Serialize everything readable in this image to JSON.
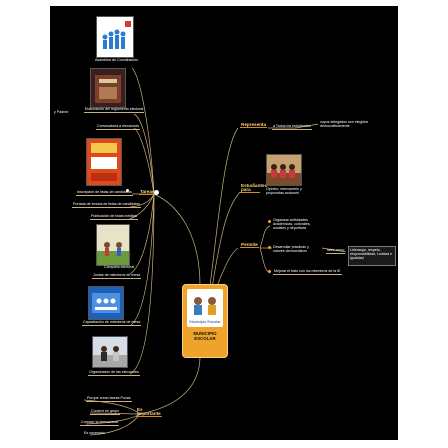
{
  "center": {
    "title": "MUNICIPIO ESCOLAR",
    "image_label": "Municipio Escolar"
  },
  "tareas": {
    "label": "Tareas",
    "items": [
      "Asamblea de Coordinación",
      "Elaboración del reglamento electoral",
      "y Padrón",
      "Convocatoria a elecciones",
      "Inscripción de listas de candidatos",
      "Portada de fondos de listas de candidatos",
      "Publicación de listas inéditas",
      "Campaña electoral",
      "Juntas de miembros de mesa",
      "Capacitación de miembros de mesa",
      "Organización de las elecciones"
    ]
  },
  "representa": {
    "label": "Representa",
    "items": [
      "a Todos los estudiantes",
      "cuyos delegados son elegidos democráticamente"
    ]
  },
  "estudiantes": {
    "label": "Estudiantes para",
    "caption": "Opinión, intercambio y propuestas acciones"
  },
  "permite": {
    "label": "Permite",
    "items": [
      "Organizar actividades académicas, culturales, sociales y deportivas",
      "Desarrollar prácticas y valores democráticos",
      "Mejorar el trato con los miembros de la IE"
    ],
    "sub_label": "tales como",
    "sub_items": [
      "Liderazgo, respeto, responsabilidad, Lealtad e igualdad"
    ]
  },
  "es_importante": {
    "label": "Es importante",
    "items": [
      "Porque crean tareas Pocas",
      "Convivir en grupo",
      "Conocer la democracia",
      "Es necesario"
    ]
  },
  "colors": {
    "background": "#000000",
    "accent": "#f0a32a",
    "link": "#c9b27a",
    "main_text": "#ffd27a"
  }
}
